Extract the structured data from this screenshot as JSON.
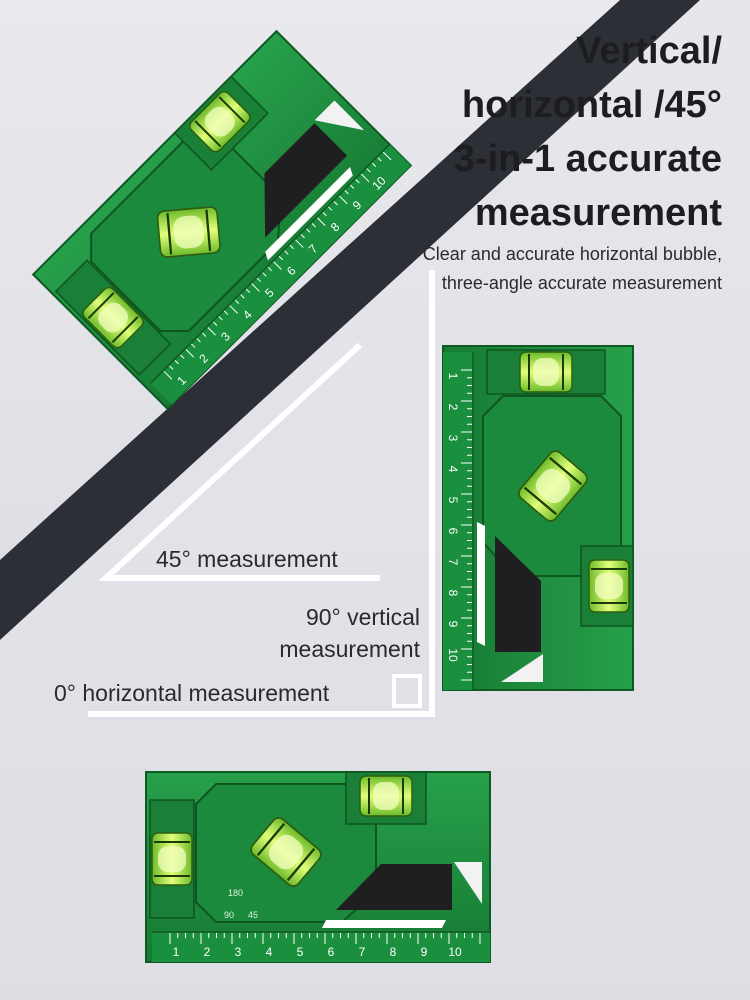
{
  "headline": [
    "Vertical/",
    "horizontal /45°",
    "3-in-1 accurate",
    "measurement"
  ],
  "subline": [
    "Clear and accurate horizontal bubble,",
    "three-angle accurate measurement"
  ],
  "labels": {
    "deg45": "45° measurement",
    "deg90_line1": "90° vertical",
    "deg90_line2": "measurement",
    "deg0": "0° horizontal measurement"
  },
  "ruler_marks": [
    "1",
    "2",
    "3",
    "4",
    "5",
    "6",
    "7",
    "8",
    "9",
    "10"
  ],
  "angle_marks": [
    "180",
    "90",
    "45"
  ],
  "colors": {
    "body_green": "#1f8a3c",
    "dark_green": "#136b2a",
    "bubble": "#c9f24a",
    "triangle_dark": "#1f1f22",
    "background_light": "#dcdde4",
    "background_dark": "#2d2f36"
  }
}
